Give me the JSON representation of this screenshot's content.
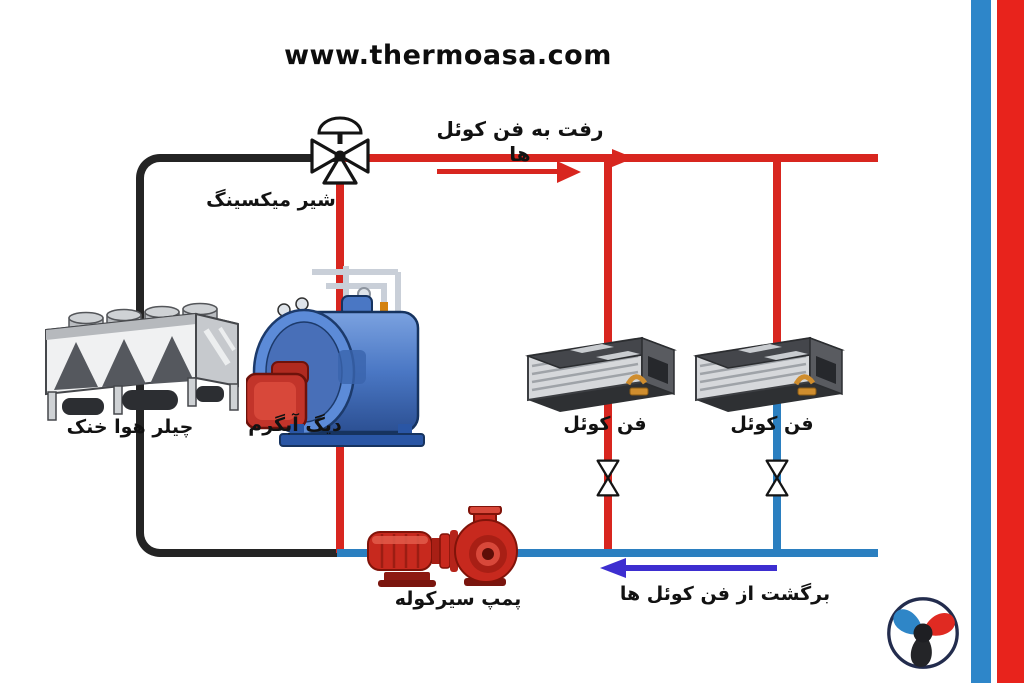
{
  "title": "www.thermoasa.com",
  "diagram": {
    "labels": {
      "mixing_valve": "شیر میکسینگ",
      "supply_flow": "رفت به فن کوئل ها",
      "chiller": "چیلر هوا خنک",
      "boiler": "دیگ آبگرم",
      "fan_coil_1": "فن کوئل",
      "fan_coil_2": "فن کوئل",
      "pump": "پمپ سیرکوله",
      "return_flow": "برگشت از فن کوئل ها"
    },
    "icons": {
      "mixing_valve_symbol": "three-way-valve-with-actuator",
      "shutoff_valve_symbol": "bowtie-valve",
      "supply_arrow": "red-arrow-right",
      "return_arrow": "indigo-arrow-left",
      "brand_logo": "fan-blades-in-circle"
    },
    "colors": {
      "supply_pipe_red": "#d8261f",
      "return_pipe_blue": "#2b7fc0",
      "chilled_pipe_black": "#242424",
      "return_arrow_indigo": "#3d2ed0",
      "border_stripe_blue": "#2e86c9",
      "border_stripe_red": "#e8231c",
      "pump_red": "#c7291e",
      "boiler_blue": "#4a77c4",
      "equipment_gray": "#d6d8db",
      "text_black": "#121212"
    }
  }
}
